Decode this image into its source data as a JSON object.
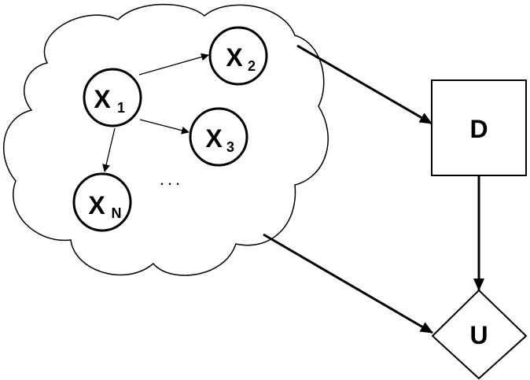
{
  "nodes": {
    "x1": {
      "main": "X",
      "sub": "1"
    },
    "x2": {
      "main": "X",
      "sub": "2"
    },
    "x3": {
      "main": "X",
      "sub": "3"
    },
    "xn": {
      "main": "X",
      "sub": "N"
    },
    "decision": {
      "label": "D"
    },
    "utility": {
      "label": "U"
    }
  },
  "ellipsis": "...",
  "colors": {
    "stroke": "#000000",
    "background": "#ffffff"
  }
}
